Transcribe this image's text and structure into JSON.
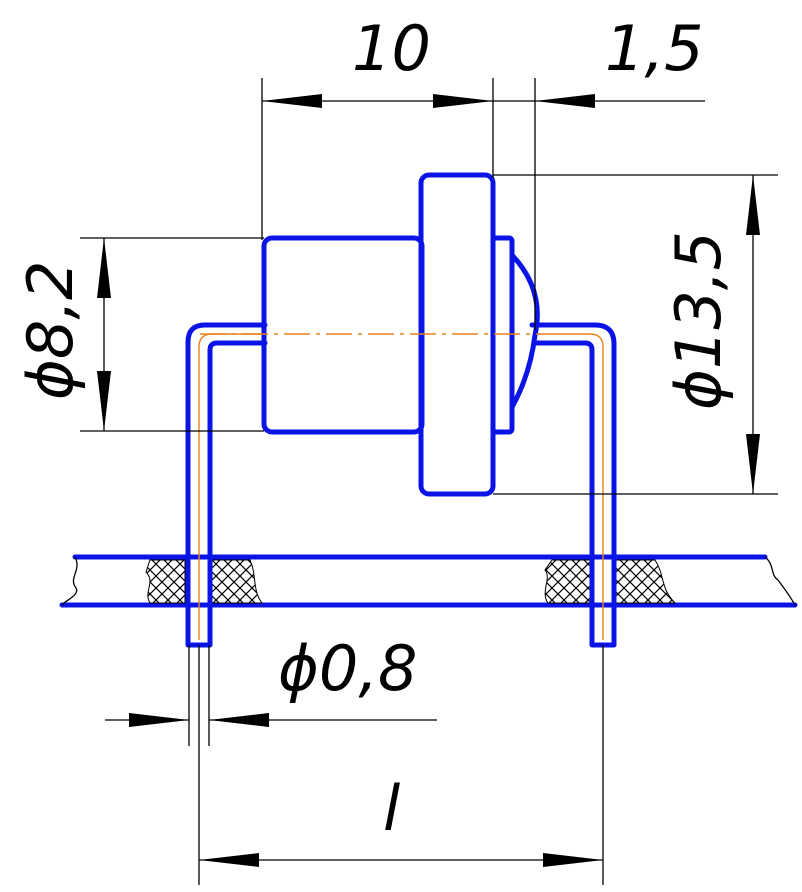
{
  "dimensions": {
    "width_top": "10",
    "gap_top": "1,5",
    "body_diameter": "ϕ8,2",
    "flange_diameter": "ϕ13,5",
    "lead_diameter": "ϕ0,8",
    "lead_spacing": "l"
  },
  "colors": {
    "outline": "#0a14e6",
    "centerline": "#e8821e",
    "dimension": "#000000"
  }
}
